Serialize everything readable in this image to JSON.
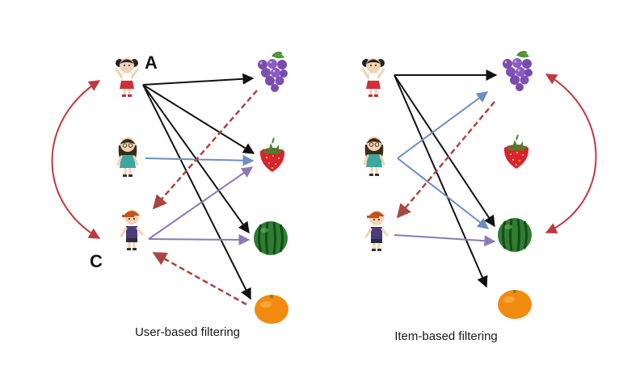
{
  "labels": {
    "user_a": "A",
    "user_c": "C"
  },
  "captions": {
    "user_based": "User-based filtering",
    "item_based": "Item-based filtering"
  },
  "colors": {
    "black_arrow": "#111111",
    "blue_arrow": "#6a8fc0",
    "purple_arrow": "#8d78b8",
    "recommend_dashed": "#a8463f",
    "similarity_curve": "#c0393f"
  },
  "panels": [
    {
      "name": "user-based",
      "users": [
        "girl-a-icon",
        "girl-b-icon",
        "boy-c-icon"
      ],
      "items": [
        "grapes-icon",
        "strawberry-icon",
        "watermelon-icon",
        "orange-icon"
      ]
    },
    {
      "name": "item-based",
      "users": [
        "girl-a-icon",
        "girl-b-icon",
        "boy-c-icon"
      ],
      "items": [
        "grapes-icon",
        "strawberry-icon",
        "watermelon-icon",
        "orange-icon"
      ]
    }
  ]
}
